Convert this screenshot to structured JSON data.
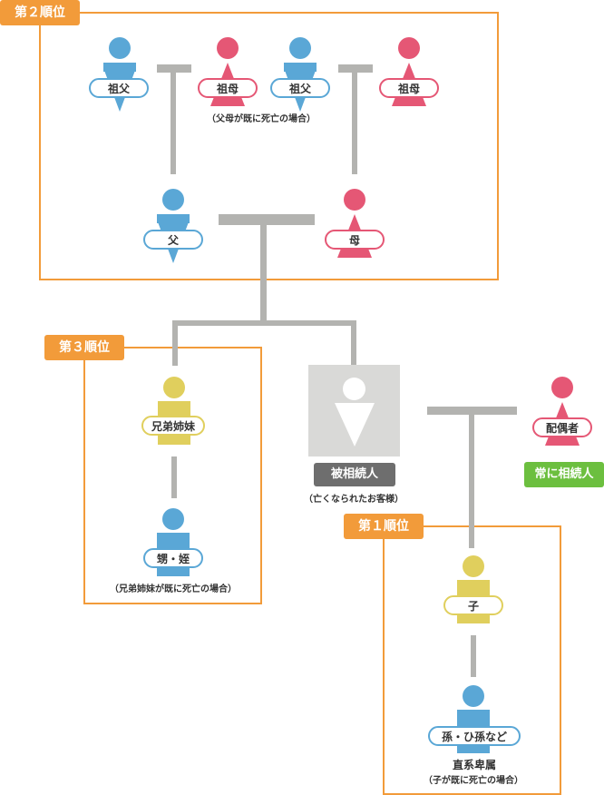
{
  "colors": {
    "accent_orange": "#f29b3a",
    "male_blue": "#5aa7d6",
    "female_pink": "#e55775",
    "yellow": "#e0cf5d",
    "connector_gray": "#b3b3b0",
    "decedent_gray": "#6e6e6e",
    "spouse_green": "#6cbf3f"
  },
  "rank2": {
    "label": "第２順位",
    "grandfather1": "祖父",
    "grandmother1": "祖母",
    "grandfather2": "祖父",
    "grandmother2": "祖母",
    "grandparents_note": "（父母が既に死亡の場合）",
    "father": "父",
    "mother": "母"
  },
  "rank3": {
    "label": "第３順位",
    "siblings": "兄弟姉妹",
    "nephews": "甥・姪",
    "nephews_note": "（兄弟姉妹が既に死亡の場合）"
  },
  "decedent": {
    "label": "被相続人",
    "note": "（亡くなられたお客様）"
  },
  "spouse": {
    "label": "配偶者",
    "badge": "常に相続人"
  },
  "rank1": {
    "label": "第１順位",
    "child": "子",
    "grandchildren": "孫・ひ孫など",
    "lineal_descendants": "直系卑属",
    "note": "（子が既に死亡の場合）"
  }
}
